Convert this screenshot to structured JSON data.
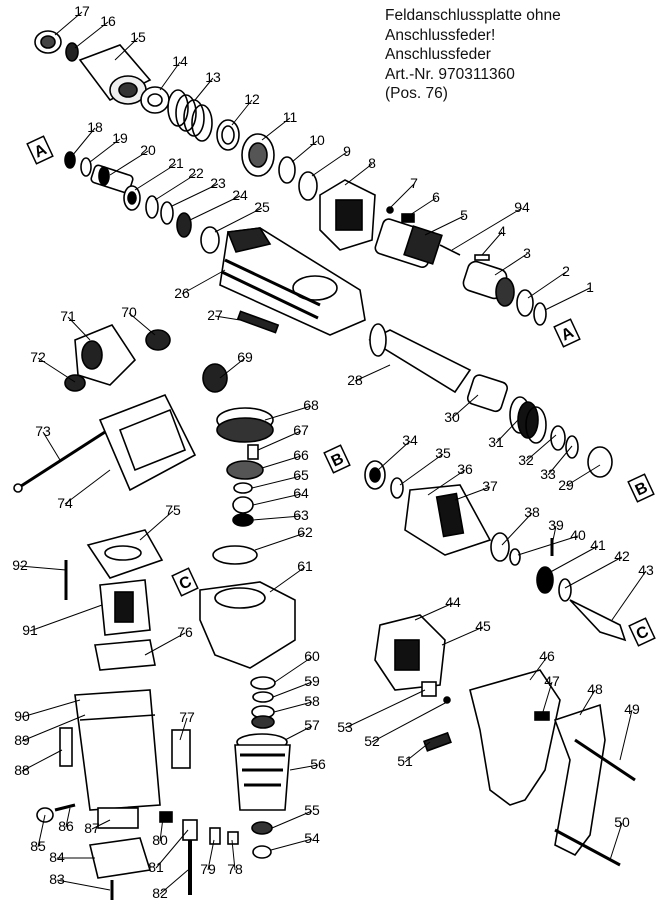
{
  "note": {
    "line1": "Feldanschlussplatte ohne",
    "line2": "Anschlussfeder!",
    "line3": "Anschlussfeder",
    "line4": "Art.-Nr. 970311360",
    "line5": "(Pos. 76)"
  },
  "section_markers": [
    "A",
    "B",
    "C"
  ],
  "part_labels": [
    "1",
    "2",
    "3",
    "4",
    "5",
    "6",
    "7",
    "8",
    "9",
    "10",
    "11",
    "12",
    "13",
    "14",
    "15",
    "16",
    "17",
    "18",
    "19",
    "20",
    "21",
    "22",
    "23",
    "24",
    "25",
    "26",
    "27",
    "28",
    "29",
    "30",
    "31",
    "32",
    "33",
    "34",
    "35",
    "36",
    "37",
    "38",
    "39",
    "40",
    "41",
    "42",
    "43",
    "44",
    "45",
    "46",
    "47",
    "48",
    "49",
    "50",
    "51",
    "52",
    "53",
    "54",
    "55",
    "56",
    "57",
    "58",
    "59",
    "60",
    "61",
    "62",
    "63",
    "64",
    "65",
    "66",
    "67",
    "68",
    "69",
    "70",
    "71",
    "72",
    "73",
    "74",
    "75",
    "76",
    "77",
    "78",
    "79",
    "80",
    "81",
    "82",
    "83",
    "84",
    "85",
    "86",
    "87",
    "88",
    "89",
    "90",
    "91",
    "92",
    "94"
  ]
}
